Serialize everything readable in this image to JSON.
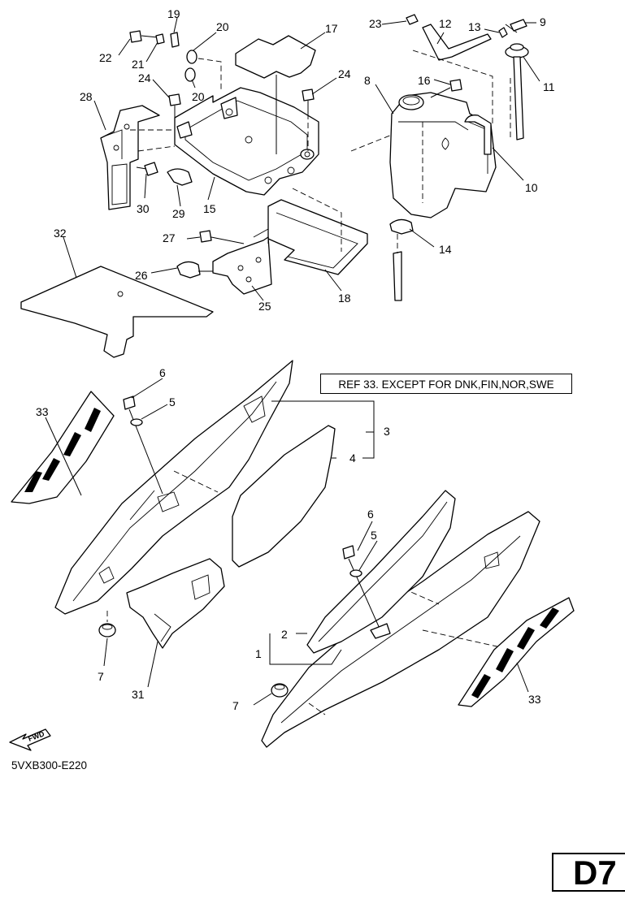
{
  "diagram": {
    "reference_note": "REF 33. EXCEPT FOR DNK,FIN,NOR,SWE",
    "diagram_code": "5VXB300-E220",
    "page_tag": "D7",
    "fwd_label": "FWD",
    "callouts": {
      "c1": "1",
      "c2": "2",
      "c3": "3",
      "c4": "4",
      "c5a": "5",
      "c5b": "5",
      "c6a": "6",
      "c6b": "6",
      "c7a": "7",
      "c7b": "7",
      "c8": "8",
      "c9": "9",
      "c10": "10",
      "c11": "11",
      "c12": "12",
      "c13": "13",
      "c14": "14",
      "c15": "15",
      "c16": "16",
      "c17": "17",
      "c18": "18",
      "c19": "19",
      "c20a": "20",
      "c20b": "20",
      "c21": "21",
      "c22": "22",
      "c23": "23",
      "c24a": "24",
      "c24b": "24",
      "c25": "25",
      "c26": "26",
      "c27": "27",
      "c28": "28",
      "c29": "29",
      "c30": "30",
      "c31": "31",
      "c32": "32",
      "c33a": "33",
      "c33b": "33"
    }
  }
}
